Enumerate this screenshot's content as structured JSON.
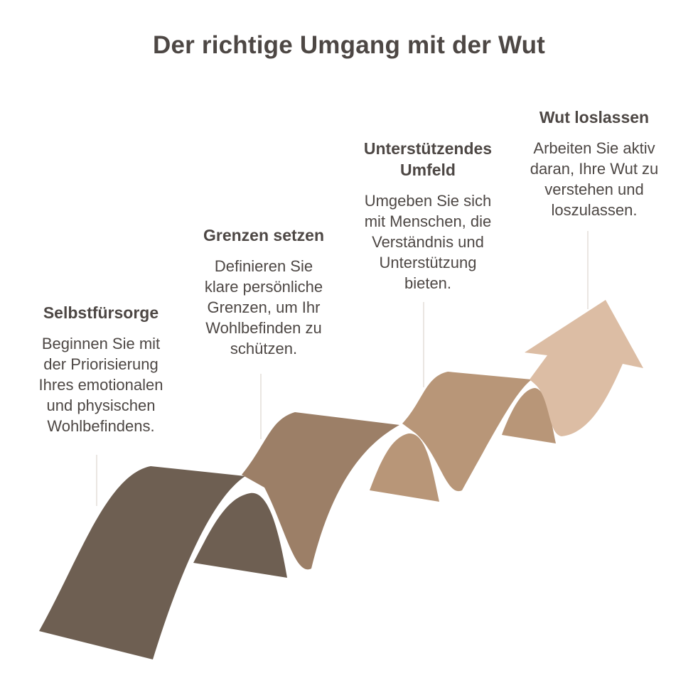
{
  "title": "Der richtige Umgang mit der Wut",
  "colors": {
    "step1": "#6e5f52",
    "step2": "#9c7f67",
    "step3": "#b89678",
    "step4": "#dcbda4",
    "text": "#4d4744",
    "connector": "#e3ddd8"
  },
  "steps": [
    {
      "heading": "Selbstfürsorge",
      "lines": [
        "Beginnen Sie mit",
        "der Priorisierung",
        "Ihres emotionalen",
        "und physischen",
        "Wohlbefindens."
      ]
    },
    {
      "heading": "Grenzen setzen",
      "lines": [
        "Definieren Sie",
        "klare persönliche",
        "Grenzen, um Ihr",
        "Wohlbefinden zu",
        "schützen."
      ]
    },
    {
      "heading_lines": [
        "Unterstützendes",
        "Umfeld"
      ],
      "lines": [
        "Umgeben Sie sich",
        "mit Menschen, die",
        "Verständnis und",
        "Unterstützung",
        "bieten."
      ]
    },
    {
      "heading": "Wut loslassen",
      "lines": [
        "Arbeiten Sie aktiv",
        "daran, Ihre Wut zu",
        "verstehen und",
        "loszulassen."
      ]
    }
  ]
}
